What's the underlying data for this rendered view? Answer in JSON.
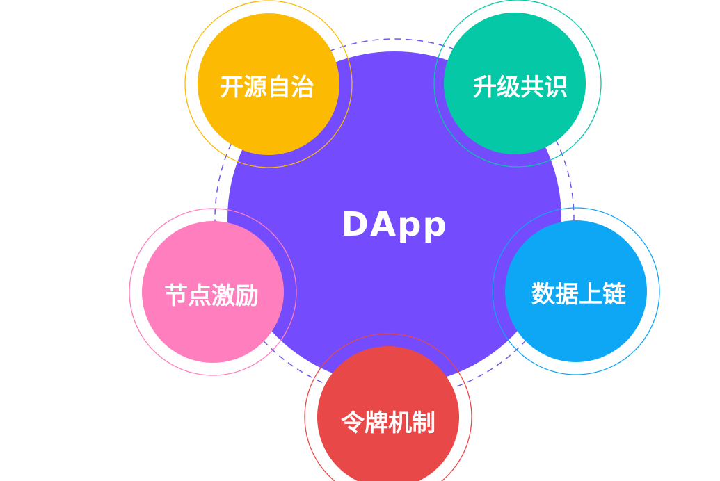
{
  "center": {
    "label": "DApp",
    "color": "#744cfe"
  },
  "orbit": {
    "dash_color": "#6a5cf0"
  },
  "nodes": [
    {
      "id": "open-source-autonomy",
      "label": "开源自治",
      "color": "#fcba03"
    },
    {
      "id": "upgrade-consensus",
      "label": "升级共识",
      "color": "#05c8a7"
    },
    {
      "id": "data-on-chain",
      "label": "数据上链",
      "color": "#0ea7f5"
    },
    {
      "id": "token-mechanism",
      "label": "令牌机制",
      "color": "#e94848"
    },
    {
      "id": "node-incentive",
      "label": "节点激励",
      "color": "#ff7fbe"
    }
  ]
}
